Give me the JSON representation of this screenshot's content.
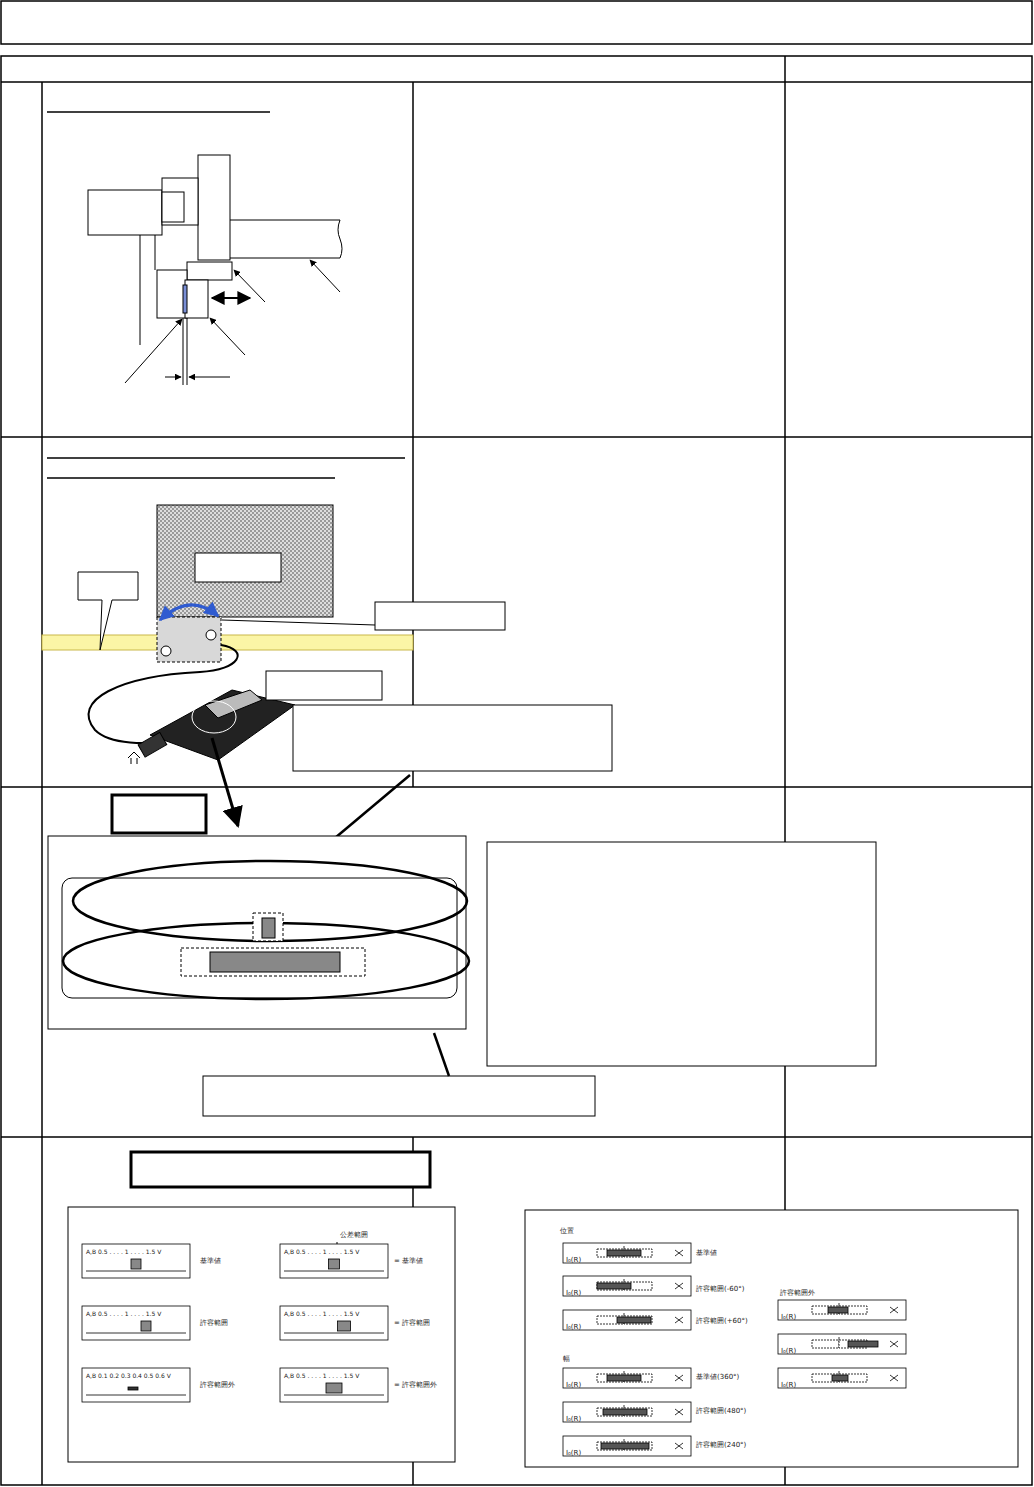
{
  "diagram": {
    "labels": [
      "公差範囲",
      "A,B 0.5 . . . . 1 . . . . 1.5 V",
      "基準値",
      "A,B 0.5 . . . . 1 . . . . 1.5 V",
      "= 基準値",
      "A,B 0.5 . . . . 1 . . . . 1.5 V",
      "許容範囲",
      "A,B 0.5 . . . . 1 . . . . 1.5 V",
      "= 許容範囲",
      "A,B 0.1 0.2 0.3 0.4 0.5 0.6 V",
      "許容範囲外",
      "A,B 0.5 . . . . 1 . . . . 1.5 V",
      "= 許容範囲外",
      "位置",
      "I₀(R)",
      "基準値",
      "I₀(R)",
      "許容範囲(-60°)",
      "I₀(R)",
      "許容範囲(+60°)",
      "許容範囲外",
      "I₀(R)",
      "I₀(R)",
      "I₀(R)",
      "幅",
      "I₀(R)",
      "基準値(360°)",
      "I₀(R)",
      "許容範囲(480°)",
      "I₀(R)",
      "許容範囲(240°)"
    ]
  }
}
